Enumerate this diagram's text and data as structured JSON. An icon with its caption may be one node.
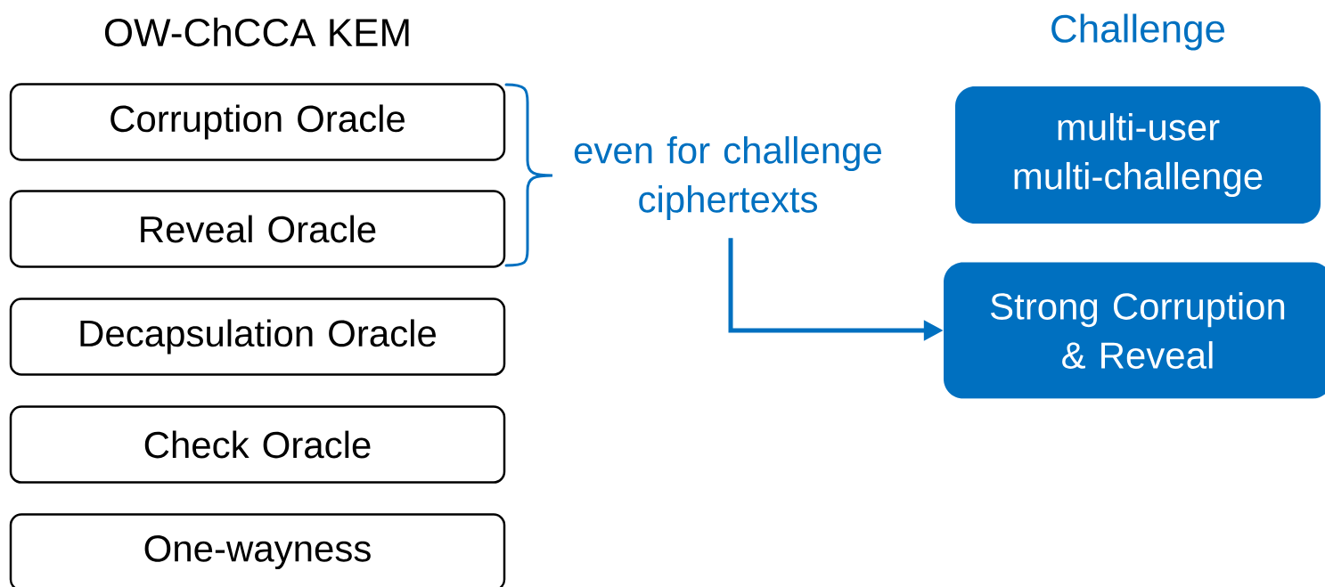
{
  "diagram": {
    "nodes": [
      {
        "text": [
          "Corruption Oracle"
        ]
      },
      {
        "text": [
          "Reveal Oracle"
        ]
      },
      {
        "text": [
          "Decapsulation Oracle"
        ]
      },
      {
        "text": [
          "Check Oracle"
        ]
      },
      {
        "text": [
          "One-wayness"
        ]
      },
      {
        "text": [
          "multi-user multi-challenge"
        ]
      },
      {
        "text": [
          "Strong Corruption & Reveal"
        ]
      },
      {
        "text": [
          "even for challenge ciphertexts"
        ]
      }
    ],
    "edges": [
      {
        "from": 7,
        "to": 6,
        "arrow": "to"
      }
    ],
    "labels": [
      "OW-ChCCA KEM",
      "Challenge"
    ]
  }
}
